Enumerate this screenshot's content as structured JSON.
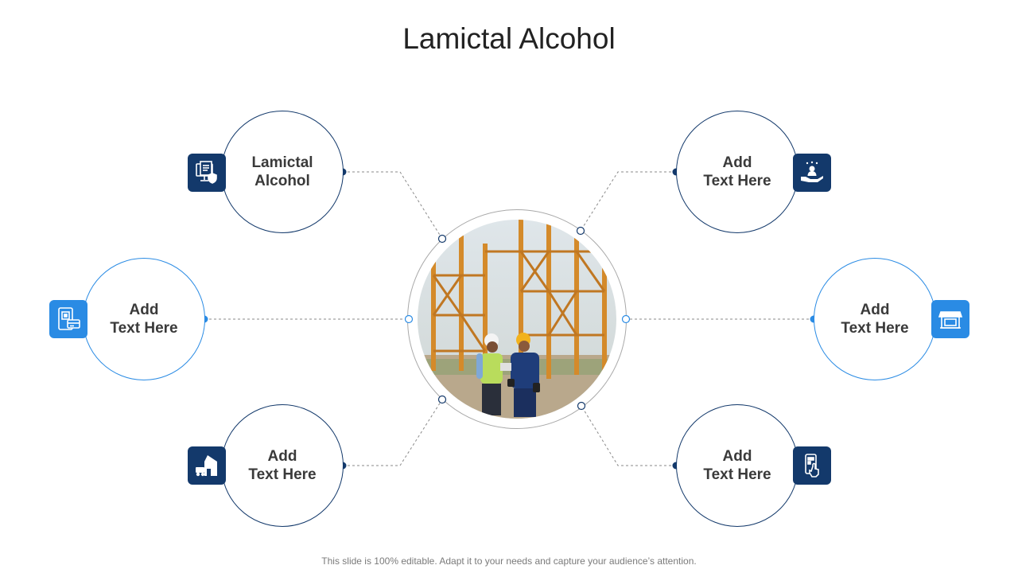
{
  "slide": {
    "title": "Lamictal Alcohol",
    "footer": "This slide is 100% editable. Adapt it to your needs and capture your audience’s attention."
  },
  "colors": {
    "dark_blue": "#13396b",
    "light_blue": "#2a8be4",
    "connector": "#8a8a8a",
    "ring": "#a9a9a9"
  },
  "center": {
    "image": "photo of two construction workers in hard hats reviewing a tablet in front of orange steel scaffolding"
  },
  "nodes": [
    {
      "id": "top-left",
      "label": "Lamictal\nAlcohol",
      "theme": "dark",
      "icon": "online-security-document-icon"
    },
    {
      "id": "middle-left",
      "label": "Add\nText Here",
      "theme": "light",
      "icon": "tablet-payment-card-icon"
    },
    {
      "id": "bottom-left",
      "label": "Add\nText Here",
      "theme": "dark",
      "icon": "home-delivery-truck-icon"
    },
    {
      "id": "top-right",
      "label": "Add\nText Here",
      "theme": "dark",
      "icon": "hand-user-rating-icon"
    },
    {
      "id": "middle-right",
      "label": "Add\nText Here",
      "theme": "light",
      "icon": "storefront-icon"
    },
    {
      "id": "bottom-right",
      "label": "Add\nText Here",
      "theme": "dark",
      "icon": "mobile-tap-icon"
    }
  ]
}
